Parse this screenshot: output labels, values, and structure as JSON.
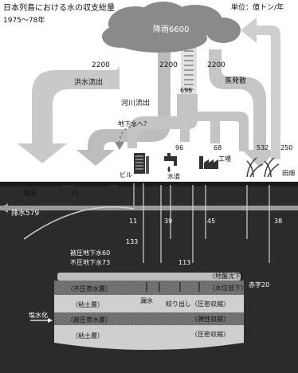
{
  "header": {
    "title": "日本列島における水の収支総量",
    "period": "1975〜78年",
    "unit": "単位：億トン/年"
  },
  "cloud": {
    "label": "降雨6600"
  },
  "flows": {
    "flood": {
      "value": "2200",
      "label": "洪水流出"
    },
    "river": {
      "value": "2200",
      "label": "河川流出"
    },
    "evap": {
      "value": "2200",
      "label": "蒸発散"
    },
    "infiltration": {
      "value": "696"
    },
    "groundwater_q": {
      "label": "地下水へ？"
    },
    "water_supply": {
      "value": "96",
      "label": "水道"
    },
    "factory": {
      "value": "68",
      "label": "工場"
    },
    "paddy": {
      "value": "532"
    },
    "field": {
      "value": "250",
      "label": "田畑"
    },
    "building": {
      "label": "ビル"
    },
    "drain": {
      "label": "排水579"
    }
  },
  "surface": {
    "ocean": "海洋",
    "river": "川"
  },
  "pumping": {
    "v11": "11",
    "v39": "39",
    "v45": "45",
    "v38": "38",
    "v133": "133",
    "v113": "113"
  },
  "groundwater": {
    "confined": "被圧地下水60",
    "unconfined": "不圧地下水73",
    "salinization": "塩水化",
    "leak": "漏水",
    "squeeze": "絞り出し",
    "deficit": "赤字20"
  },
  "layers": [
    {
      "label": "（不圧帯水層）",
      "effect": "〈水位低下〉"
    },
    {
      "label": "（粘土層）",
      "effect": "〈圧密収縮〉"
    },
    {
      "label": "（被圧帯水層）",
      "effect": "〈弾性収縮〉"
    },
    {
      "label": "（粘土層）",
      "effect": "〈圧密収縮〉"
    }
  ],
  "subsidence": "〈地盤沈下〉",
  "colors": {
    "flow": "#c8c8c8",
    "flow_dark": "#a8a8a8",
    "cloud": "#8a8a8a",
    "ground": "#2b2b2b"
  }
}
